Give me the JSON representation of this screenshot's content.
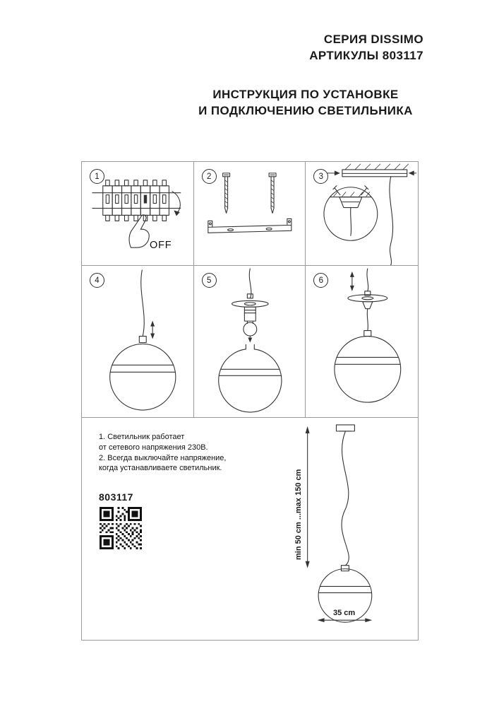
{
  "header": {
    "series": "СЕРИЯ DISSIMO",
    "articles": "АРТИКУЛЫ 803117",
    "instruction_line1": "ИНСТРУКЦИЯ ПО УСТАНОВКЕ",
    "instruction_line2": "И ПОДКЛЮЧЕНИЮ СВЕТИЛЬНИКА"
  },
  "steps": [
    {
      "number": "1",
      "label": "OFF"
    },
    {
      "number": "2"
    },
    {
      "number": "3"
    },
    {
      "number": "4"
    },
    {
      "number": "5"
    },
    {
      "number": "6"
    }
  ],
  "notes": {
    "line1": "1. Светильник работает",
    "line2": "от сетевого напряжения 230В.",
    "line3": "2. Всегда выключайте напряжение,",
    "line4": "когда устанавливаете светильник."
  },
  "product": {
    "article": "803117"
  },
  "dimensions": {
    "suspension": "min 50 cm ...max 150 cm",
    "diameter": "35 cm"
  },
  "icons": {
    "qr": "qr-code"
  },
  "colors": {
    "line": "#333333",
    "grid_border": "#9a9a9a"
  }
}
